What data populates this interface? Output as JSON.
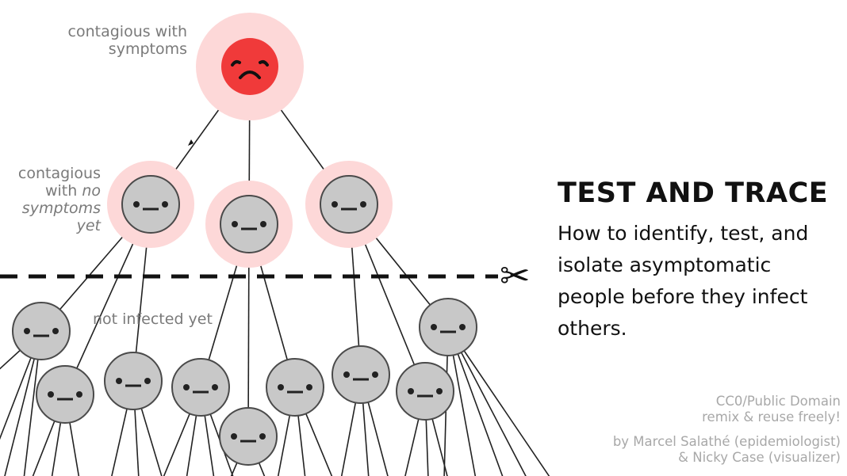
{
  "labels": {
    "contagious_with_symptoms": [
      "contagious with",
      "symptoms"
    ],
    "contagious_no_symptoms": {
      "line1": "contagious",
      "line2_prefix": "with ",
      "line2_italic": "no",
      "line3_italic": "symptoms",
      "line4_italic": "yet"
    },
    "not_infected": "not infected yet"
  },
  "title": "TEST AND TRACE",
  "subtitle": "How to identify, test, and isolate asymptomatic people before they infect others.",
  "credits": {
    "license": [
      "CC0/Public Domain",
      "remix & reuse freely!"
    ],
    "authors": [
      "by Marcel Salathé (epidemiologist)",
      "& Nicky Case (visualizer)"
    ]
  },
  "icons": {
    "cut": "scissors-icon",
    "sad_face": "sad-face-icon",
    "neutral_face": "neutral-face-icon"
  },
  "colors": {
    "symptomatic": "#f03a3a",
    "halo": "#fdd8d8",
    "neutral_face": "#c8c8c8",
    "face_outline": "#4a4a4a",
    "line": "#222222",
    "label": "#7a7a7a",
    "credit": "#a8a8a8"
  }
}
